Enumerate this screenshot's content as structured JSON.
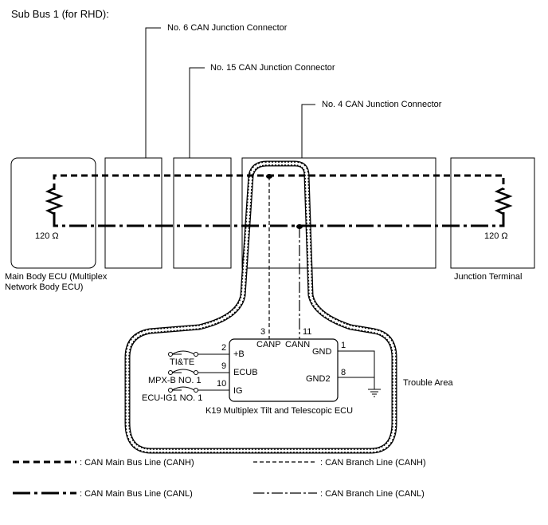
{
  "title": "Sub Bus 1 (for RHD):",
  "connectors": {
    "no6": "No. 6 CAN Junction Connector",
    "no15": "No. 15 CAN Junction Connector",
    "no4": "No. 4 CAN Junction Connector"
  },
  "main_body_ecu": {
    "line1": "Main Body ECU (Multiplex",
    "line2": "Network Body ECU)",
    "resistor": "120 Ω"
  },
  "junction_terminal": {
    "label": "Junction Terminal",
    "resistor": "120 Ω"
  },
  "ecu": {
    "name": "K19 Multiplex Tilt and Telescopic ECU",
    "pins": {
      "canp_num": "3",
      "cann_num": "11",
      "canp": "CANP",
      "cann": "CANN",
      "b_num": "2",
      "b": "+B",
      "ecub_num": "9",
      "ecub": "ECUB",
      "ig_num": "10",
      "ig": "IG",
      "gnd_num": "1",
      "gnd": "GND",
      "gnd2_num": "8",
      "gnd2": "GND2"
    },
    "fuses": {
      "tite": "TI&TE",
      "mpxb": "MPX-B NO. 1",
      "ecuig": "ECU-IG1 NO. 1"
    }
  },
  "trouble_area": "Trouble Area",
  "legend": {
    "main_canh": ": CAN Main Bus Line (CANH)",
    "main_canl": ": CAN Main Bus Line (CANL)",
    "branch_canh": ": CAN Branch Line (CANH)",
    "branch_canl": ": CAN Branch Line (CANL)"
  }
}
